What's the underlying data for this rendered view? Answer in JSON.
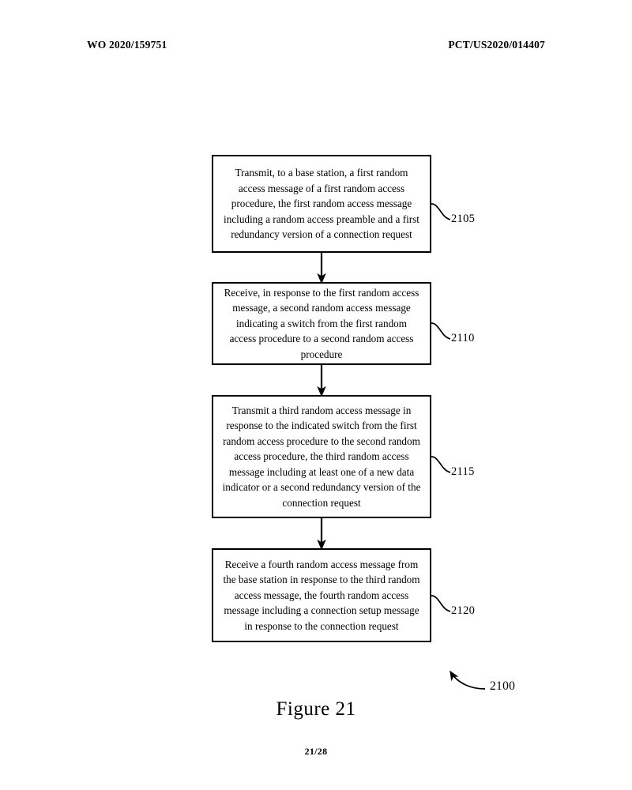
{
  "document": {
    "publication_number": "WO 2020/159751",
    "application_number": "PCT/US2020/014407",
    "page_label": "21/28"
  },
  "figure": {
    "caption": "Figure 21",
    "overall_ref": "2100",
    "type": "flowchart",
    "orientation": "top-to-bottom",
    "steps": [
      {
        "ref": "2105",
        "text": "Transmit, to a base station, a first random access message of a first random access procedure, the first random access message including a random access preamble and a first redundancy version of a connection request"
      },
      {
        "ref": "2110",
        "text": "Receive, in response to the first random access message, a second random access message indicating a switch from the first random access procedure to a second random access procedure"
      },
      {
        "ref": "2115",
        "text": "Transmit a third random access message in response to the indicated switch from the first random access procedure to the second random access procedure, the third random access message including at least one of a new data indicator or a second redundancy version of the connection request"
      },
      {
        "ref": "2120",
        "text": "Receive a fourth random access message from the base station in response to the third random access message, the fourth random access message including a connection setup message in response to the connection request"
      }
    ]
  }
}
